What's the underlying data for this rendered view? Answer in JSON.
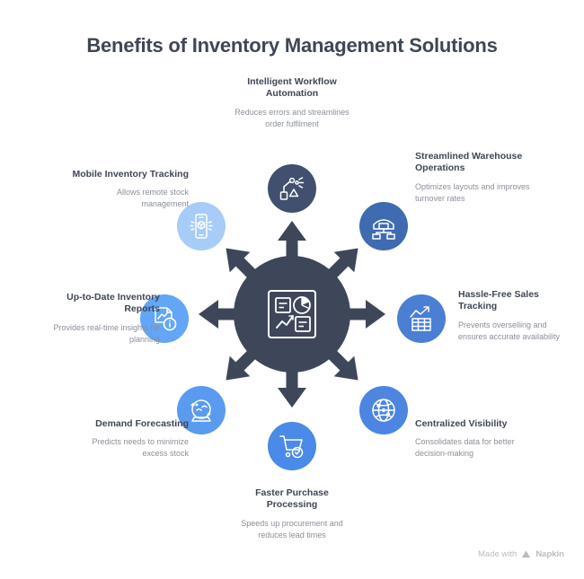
{
  "header": {
    "title": "Benefits of Inventory Management Solutions"
  },
  "hub": {
    "icon": "dashboard-analytics-icon",
    "color": "#3e4759"
  },
  "colors": {
    "hub": "#3e4759",
    "title_text": "#3f4654",
    "body_text": "#8a8f99",
    "arrow": "#3e4759",
    "background": "#ffffff"
  },
  "nodes": [
    {
      "id": "intelligent-workflow-automation",
      "title": "Intelligent Workflow Automation",
      "description": "Reduces errors and streamlines order fulfilment",
      "icon": "robot-arm-icon",
      "color": "#41506e",
      "position": "top"
    },
    {
      "id": "streamlined-warehouse-operations",
      "title": "Streamlined Warehouse Operations",
      "description": "Optimizes layouts and improves turnover rates",
      "icon": "warehouse-icon",
      "color": "#3f6cb0",
      "position": "top-right"
    },
    {
      "id": "hassle-free-sales-tracking",
      "title": "Hassle-Free Sales Tracking",
      "description": "Prevents overselling and ensures accurate availability",
      "icon": "sales-chart-icon",
      "color": "#4a7fd4",
      "position": "right"
    },
    {
      "id": "centralized-visibility",
      "title": "Centralized Visibility",
      "description": "Consolidates data for better decision-making",
      "icon": "globe-network-icon",
      "color": "#4d86e0",
      "position": "bottom-right"
    },
    {
      "id": "faster-purchase-processing",
      "title": "Faster Purchase Processing",
      "description": "Speeds up procurement and reduces lead times",
      "icon": "shopping-cart-check-icon",
      "color": "#4a8ae8",
      "position": "bottom"
    },
    {
      "id": "demand-forecasting",
      "title": "Demand Forecasting",
      "description": "Predicts needs to minimize excess stock",
      "icon": "crystal-ball-forecast-icon",
      "color": "#5a9bf0",
      "position": "bottom-left"
    },
    {
      "id": "up-to-date-inventory-reports",
      "title": "Up-to-Date Inventory Reports",
      "description": "Provides real-time insights for planning",
      "icon": "report-info-icon",
      "color": "#62a6f5",
      "position": "left"
    },
    {
      "id": "mobile-inventory-tracking",
      "title": "Mobile Inventory Tracking",
      "description": "Allows remote stock management",
      "icon": "mobile-package-scan-icon",
      "color": "#a8ccf8",
      "position": "top-left"
    }
  ],
  "footer": {
    "watermark_text": "Made with",
    "watermark_brand": "Napkin"
  }
}
